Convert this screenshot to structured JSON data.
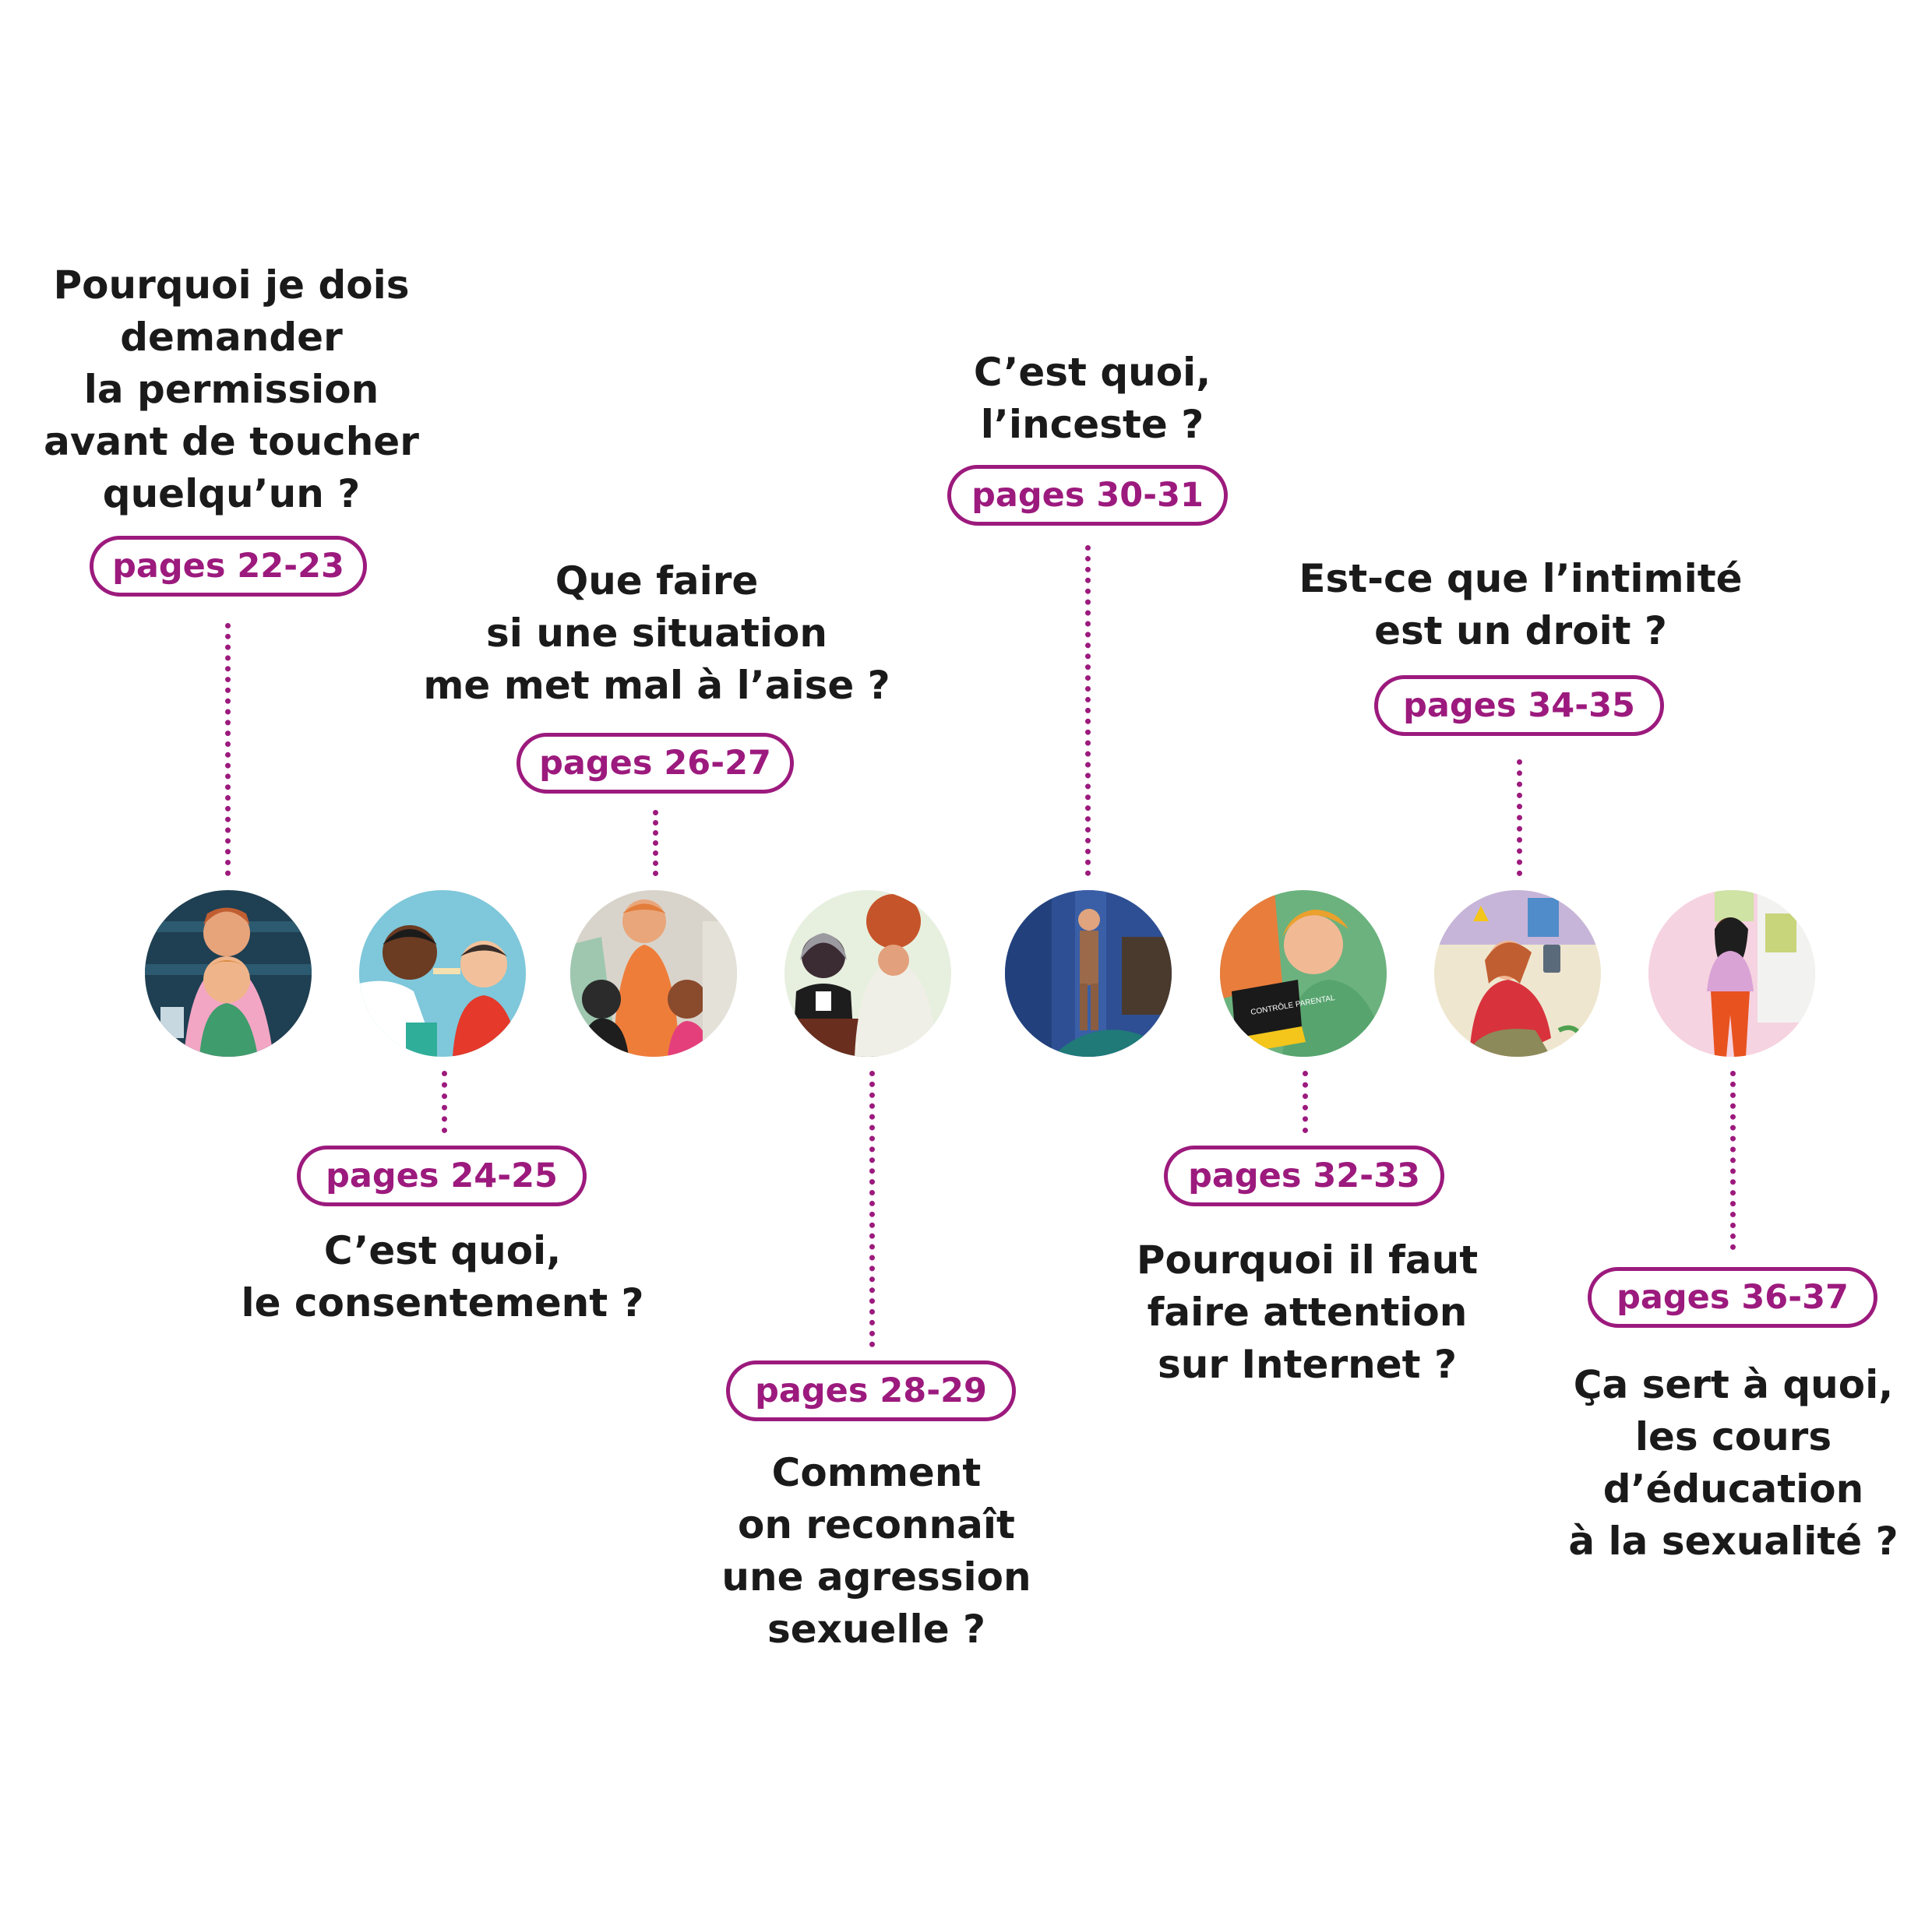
{
  "topics": [
    {
      "question": "Pourquoi je dois\ndemander\nla permission\navant de toucher\nquelqu’un ?",
      "pages": "pages 22-23",
      "illustration": "child-hugged-by-adult"
    },
    {
      "question": "C’est quoi,\nle consentement ?",
      "pages": "pages 24-25",
      "illustration": "doctor-examining-child"
    },
    {
      "question": "Que faire\nsi une situation\nme met mal à l’aise ?",
      "pages": "pages 26-27",
      "illustration": "crowd-in-transport"
    },
    {
      "question": "Comment\non reconnaît\nune agression\nsexuelle ?",
      "pages": "pages 28-29",
      "illustration": "courtroom-judge"
    },
    {
      "question": "C’est quoi,\nl’inceste ?",
      "pages": "pages 30-31",
      "illustration": "man-at-doorway"
    },
    {
      "question": "Pourquoi il faut\nfaire attention\nsur Internet ?",
      "pages": "pages 32-33",
      "illustration": "child-with-laptop",
      "laptop_label": "CONTRÔLE PARENTAL"
    },
    {
      "question": "Est-ce que l’intimité\nest un droit ?",
      "pages": "pages 34-35",
      "illustration": "child-with-phone"
    },
    {
      "question": "Ça sert à quoi,\nles cours\nd’éducation\nà la sexualité ?",
      "pages": "pages 36-37",
      "illustration": "teacher-in-classroom"
    }
  ],
  "colors": {
    "accent": "#9c1a7d",
    "text": "#1a1a1a"
  }
}
